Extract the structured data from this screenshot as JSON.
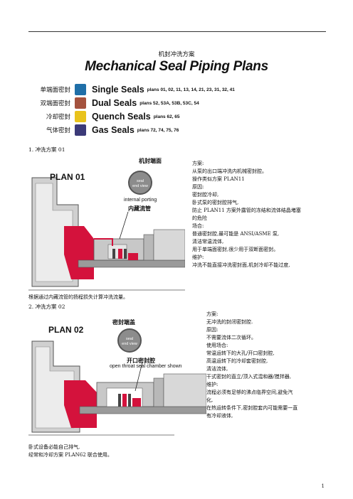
{
  "header": {
    "title_cn": "机封冲洗方案",
    "title_en": "Mechanical Seal Piping Plans"
  },
  "legend": [
    {
      "cn": "单端面密封",
      "en": "Single Seals",
      "plans": "plans 01, 02, 11, 13, 14, 21, 23, 31, 32, 41",
      "color": "#1f6fa8"
    },
    {
      "cn": "双端面密封",
      "en": "Dual Seals",
      "plans": "plans 52, 53A, 53B, 53C, 54",
      "color": "#a4523e"
    },
    {
      "cn": "冷却密封",
      "en": "Quench Seals",
      "plans": "plans 62, 65",
      "color": "#e9c31c"
    },
    {
      "cn": "气体密封",
      "en": "Gas Seals",
      "plans": "plans 72, 74, 75, 76",
      "color": "#3b3a78"
    }
  ],
  "section1": {
    "heading": "1.   冲洗方案 01",
    "plan_label": "PLAN 01",
    "face_label_cn": "机封端面",
    "badge_line1": "seal",
    "badge_line2": "end view",
    "porting_en": "internal porting",
    "porting_cn": "内藏流管",
    "text_lines": [
      "方案:",
      "从泵的出口端冲洗内机械密封腔。",
      "操作类似方案 PLAN11",
      "原因:",
      "密封腔冷却,",
      "卧式泵的密封腔排气,",
      "防止 PLAN11 方案外露管的冻结和流体结晶堵塞",
      "的危险",
      "场合:",
      "普通密封腔,最可能是 ANSI/ASME 泵,",
      "清洁常温流体,",
      "用于单端面密封,很少用于双断面密封。",
      "维护:",
      "冲洗不能直接冲洗密封面,机封冷却不能过度,"
    ],
    "caption": "根据通过内藏流管的扬程损失计算冲洗流量。"
  },
  "section2": {
    "heading": "2.   冲洗方案 02",
    "plan_label": "PLAN 02",
    "cap_label_cn": "密封端盖",
    "badge_line1": "seal",
    "badge_line2": "end view",
    "chamber_cn": "开口密封腔",
    "chamber_en": "open throat seal chamber shown",
    "text_lines": [
      "方案:",
      "无冲洗的封闭密封腔.",
      "原因:",
      "不需要流体二次循环。",
      "使用场合:",
      "常温运转下的大孔/开口密封腔,",
      "高温运转下的冷却套密封腔,",
      "清洁流体,",
      "干式密封的直立/顶入式混和器/搅拌器,",
      "维护:",
      "流程必须有足够的沸点临界空间,避免汽",
      "化,",
      "在热运转条件下,密封腔套内可能需要一直",
      "有冷却液体,"
    ],
    "caption_lines": [
      "卧式设备必能自己排气,",
      "经常和冷却方案 PLAN62 联合使用。"
    ]
  },
  "footer": {
    "page_number": "1"
  }
}
